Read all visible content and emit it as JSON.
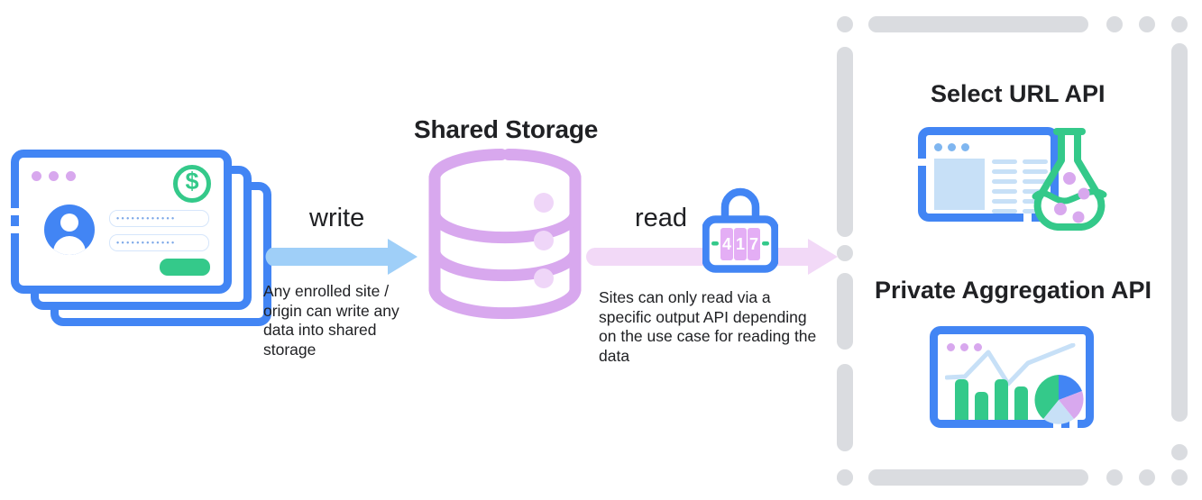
{
  "diagram": {
    "title": "Shared Storage write and read flow",
    "colors": {
      "blue": "#4285F4",
      "green": "#34C98A",
      "purple": "#D8A8EE",
      "light_blue_arrow": "#9FCFF8",
      "light_pink_arrow": "#F2D9F7",
      "text": "#202124",
      "frame_gray": "#DADCE0"
    }
  },
  "left_source": {
    "name": "stacked-website-cards",
    "card_count": 3,
    "icons": {
      "money_symbol": "$",
      "window_dots": 3,
      "avatar": "user-avatar",
      "fields": [
        "••••••••••••",
        "••••••••••••"
      ],
      "button": ""
    }
  },
  "write_flow": {
    "label": "write",
    "caption": "Any enrolled site / origin can write any data into shared storage"
  },
  "storage": {
    "title": "Shared Storage",
    "icon": "database-cylinder",
    "bands": 3
  },
  "read_flow": {
    "label": "read",
    "caption": "Sites can only read via a specific output API depending on the use case for reading the data",
    "lock": {
      "icon": "combination-lock",
      "digits": [
        "4",
        "1",
        "7"
      ]
    }
  },
  "output_apis": [
    {
      "title": "Select URL API",
      "icon": "browser-with-flask"
    },
    {
      "title": "Private Aggregation API",
      "icon": "browser-with-charts"
    }
  ]
}
